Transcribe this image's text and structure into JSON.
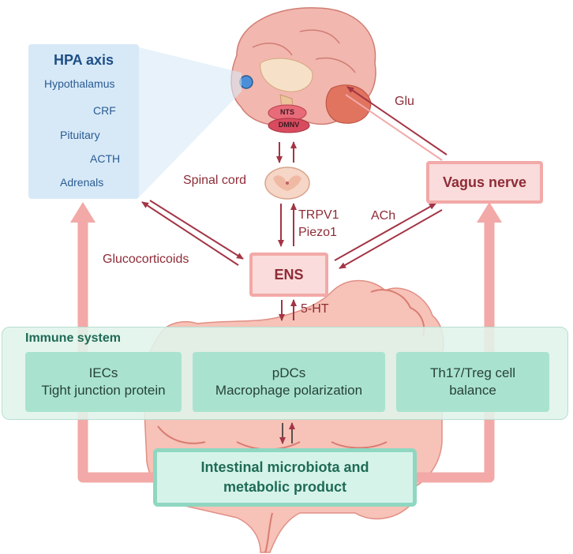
{
  "hpa": {
    "title": "HPA axis",
    "hypothalamus": "Hypothalamus",
    "crf": "CRF",
    "pituitary": "Pituitary",
    "acth": "ACTH",
    "adrenals": "Adrenals"
  },
  "brain": {
    "nts": "NTS",
    "dmnv": "DMNV"
  },
  "labels": {
    "glu": "Glu",
    "spinal_cord": "Spinal cord",
    "trpv1": "TRPV1",
    "piezo1": "Piezo1",
    "ach": "ACh",
    "glucocorticoids": "Glucocorticoids",
    "five_ht": "5-HT"
  },
  "vagus_nerve": "Vagus nerve",
  "ens": "ENS",
  "immune": {
    "title": "Immune system",
    "boxes": [
      {
        "line1": "IECs",
        "line2": "Tight junction protein"
      },
      {
        "line1": "pDCs",
        "line2": "Macrophage polarization"
      },
      {
        "line1": "Th17/Treg cell",
        "line2": "balance"
      }
    ]
  },
  "microbiota": {
    "line1": "Intestinal microbiota and",
    "line2": "metabolic product"
  },
  "colors": {
    "arrow_dark": "#a33545",
    "arrow_light": "#f2a9a7",
    "hpa_bg": "#d7e9f7",
    "immune_bg": "#e0f4ec",
    "immune_box": "#a9e3cf",
    "micro_border": "#8fd7c1"
  }
}
